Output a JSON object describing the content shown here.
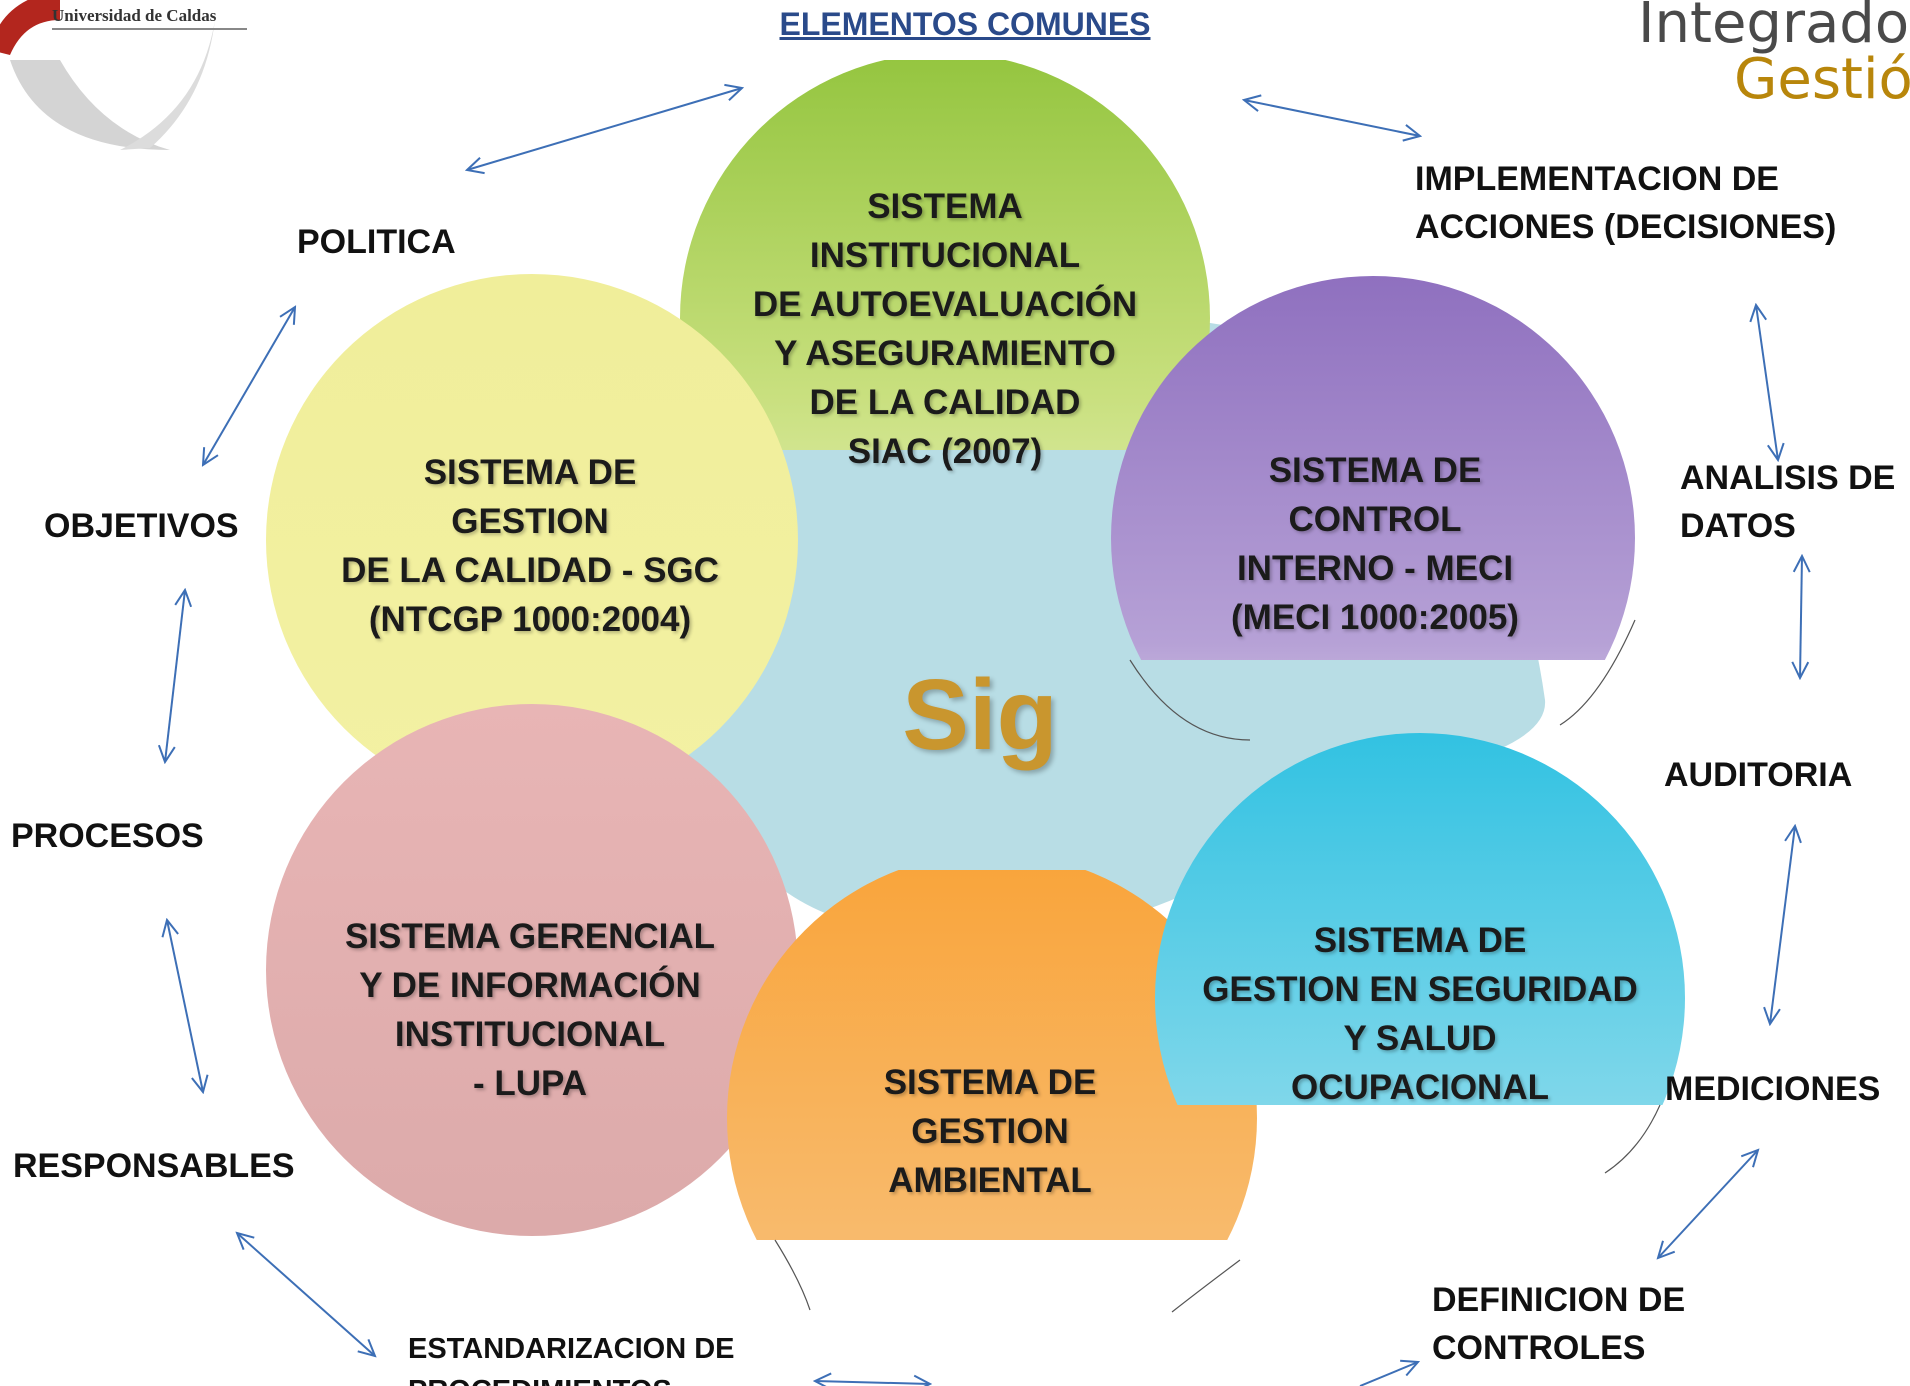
{
  "header": {
    "title": "ELEMENTOS COMUNES"
  },
  "logo_left": {
    "text": "Universidad de Caldas"
  },
  "logo_right": {
    "line1": "Integrado d",
    "line2": "Gestió"
  },
  "center": {
    "label": "Sig"
  },
  "circles": [
    {
      "id": "siac",
      "color": "#9cc94a",
      "lines": [
        "SISTEMA",
        "INSTITUCIONAL",
        "DE AUTOEVALUACIÓN",
        "Y ASEGURAMIENTO",
        "DE LA CALIDAD",
        "SIAC (2007)"
      ]
    },
    {
      "id": "sgc",
      "color": "#eeec95",
      "lines": [
        "SISTEMA DE",
        "GESTION",
        "DE LA CALIDAD - SGC",
        "(NTCGP 1000:2004)"
      ]
    },
    {
      "id": "meci",
      "color": "#9b7cc4",
      "lines": [
        "SISTEMA DE",
        "CONTROL",
        "INTERNO  - MECI",
        "(MECI 1000:2005)"
      ]
    },
    {
      "id": "lupa",
      "color": "#e3b0b0",
      "lines": [
        "SISTEMA GERENCIAL",
        "Y DE INFORMACIÓN",
        "INSTITUCIONAL",
        "- LUPA"
      ]
    },
    {
      "id": "ambiental",
      "color": "#f7a83a",
      "lines": [
        "SISTEMA DE",
        "GESTION",
        "AMBIENTAL"
      ]
    },
    {
      "id": "seguridad",
      "color": "#3fc8e4",
      "lines": [
        "SISTEMA DE",
        "GESTION EN SEGURIDAD",
        "Y SALUD",
        "OCUPACIONAL"
      ]
    }
  ],
  "elements": [
    {
      "id": "politica",
      "lines": [
        "POLITICA"
      ]
    },
    {
      "id": "objetivos",
      "lines": [
        "OBJETIVOS"
      ]
    },
    {
      "id": "procesos",
      "lines": [
        "PROCESOS"
      ]
    },
    {
      "id": "responsables",
      "lines": [
        "RESPONSABLES"
      ]
    },
    {
      "id": "estandarizacion",
      "lines": [
        "ESTANDARIZACION DE",
        "PROCEDIMIENTOS"
      ]
    },
    {
      "id": "implementacion",
      "lines": [
        "IMPLEMENTACION DE",
        "ACCIONES (DECISIONES)"
      ]
    },
    {
      "id": "analisis",
      "lines": [
        "ANALISIS DE",
        "DATOS"
      ]
    },
    {
      "id": "auditoria",
      "lines": [
        "AUDITORIA"
      ]
    },
    {
      "id": "mediciones",
      "lines": [
        "MEDICIONES"
      ]
    },
    {
      "id": "definicion",
      "lines": [
        "DEFINICION DE",
        "CONTROLES"
      ]
    }
  ],
  "colors": {
    "arrow": "#3d6fb6",
    "title": "#2a4a8a",
    "sig": "#c9962e",
    "center_fill": "#b8dde5",
    "logo_red": "#b3261e"
  }
}
